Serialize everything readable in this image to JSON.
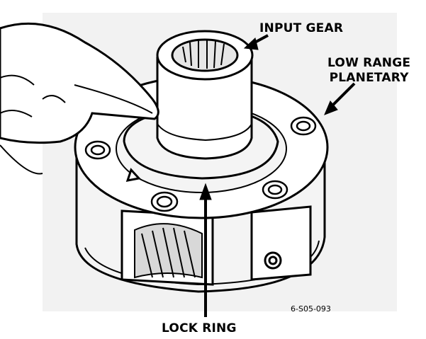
{
  "labels": {
    "input_gear": "INPUT GEAR",
    "low_range_line1": "LOW RANGE",
    "low_range_line2": "PLANETARY",
    "lock_ring": "LOCK RING"
  },
  "figure_id": "6-S05-093",
  "colors": {
    "ink": "#000000",
    "paper": "#ffffff",
    "shade": "#e6e6e6",
    "fill": "#f4f4f4"
  }
}
